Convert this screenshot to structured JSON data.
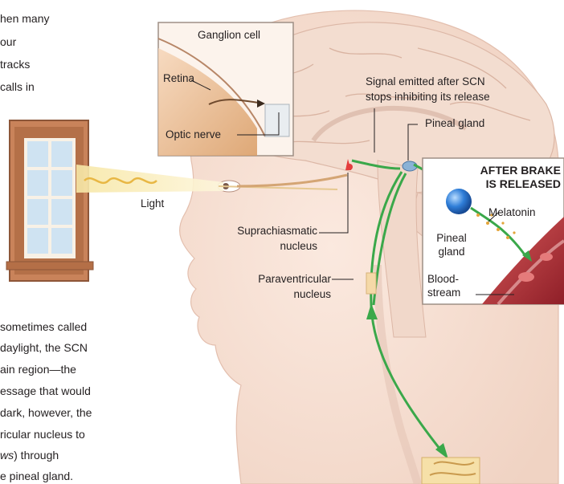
{
  "intro_text": {
    "lines": [
      "hen many",
      "our",
      "tracks",
      "calls in"
    ]
  },
  "caption": {
    "lines": [
      "sometimes called",
      "daylight, the SCN",
      "ain region—the",
      "essage that would",
      "dark, however, the",
      "ricular nucleus to"
    ],
    "line7_italic": "ws",
    "line7_rest": ") through",
    "line8": "e pineal gland."
  },
  "labels": {
    "ganglion_cell": "Ganglion cell",
    "retina": "Retina",
    "optic_nerve": "Optic nerve",
    "light": "Light",
    "signal_emitted": [
      "Signal emitted after SCN",
      "stops inhibiting its release"
    ],
    "pineal_gland_top": "Pineal gland",
    "suprachiasmatic": [
      "Suprachiasmatic",
      "nucleus"
    ],
    "paraventricular": [
      "Paraventricular",
      "nucleus"
    ]
  },
  "inset": {
    "title": [
      "AFTER BRAKE",
      "IS RELEASED"
    ],
    "melatonin": "Melatonin",
    "pineal": [
      "Pineal",
      "gland"
    ],
    "bloodstream": [
      "Blood-",
      "stream"
    ]
  },
  "colors": {
    "pathway_green": "#3aa84a",
    "skin": "#f6dfd2",
    "brain": "#f3ddd0",
    "window_frame": "#c9835a",
    "pineal_blue": "#2f7ed8",
    "blood_red": "#b8333a"
  }
}
